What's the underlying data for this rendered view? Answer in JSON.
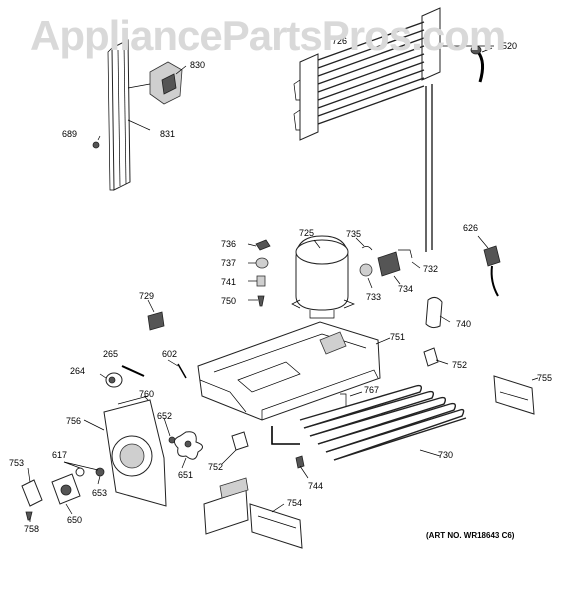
{
  "watermark": "AppliancePartsPros.com",
  "art_number": "(ART NO. WR18643 C6)",
  "part_labels": {
    "p830": "830",
    "p831": "831",
    "p689": "689",
    "p726": "726",
    "p520": "520",
    "p736": "736",
    "p737": "737",
    "p741": "741",
    "p750": "750",
    "p725": "725",
    "p735": "735",
    "p732": "732",
    "p733": "733",
    "p734": "734",
    "p626": "626",
    "p729": "729",
    "p740": "740",
    "p751": "751",
    "p265": "265",
    "p602": "602",
    "p264": "264",
    "p752a": "752",
    "p755": "755",
    "p760": "760",
    "p767": "767",
    "p756": "756",
    "p652": "652",
    "p651": "651",
    "p752b": "752",
    "p730": "730",
    "p617": "617",
    "p753": "753",
    "p653": "653",
    "p744": "744",
    "p754": "754",
    "p650": "650",
    "p758": "758"
  }
}
